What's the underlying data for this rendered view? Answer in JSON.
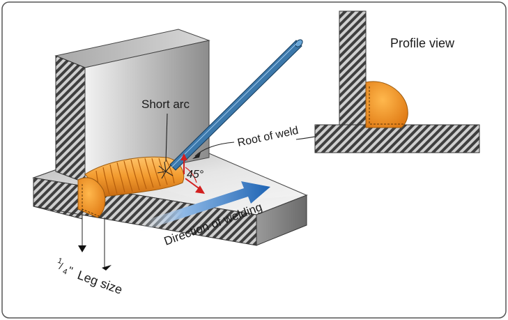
{
  "labels": {
    "profile_view": "Profile view",
    "short_arc": "Short arc",
    "root_of_weld": "Root of weld",
    "angle": "45°",
    "direction": "Direction of welding",
    "leg_fraction_num": "1",
    "leg_fraction_den": "4",
    "leg_inch": "\"",
    "leg_size": "Leg size"
  },
  "colors": {
    "frame_border": "#555555",
    "steel_light": "#c8c8c8",
    "steel_mid": "#9a9a9a",
    "steel_dark": "#4d4d4d",
    "weld_orange": "#f2a23a",
    "weld_dark": "#d0741a",
    "rod_blue": "#2c6fa8",
    "arrow_blue": "#1e64b4",
    "red_arrow": "#d21f1f"
  }
}
